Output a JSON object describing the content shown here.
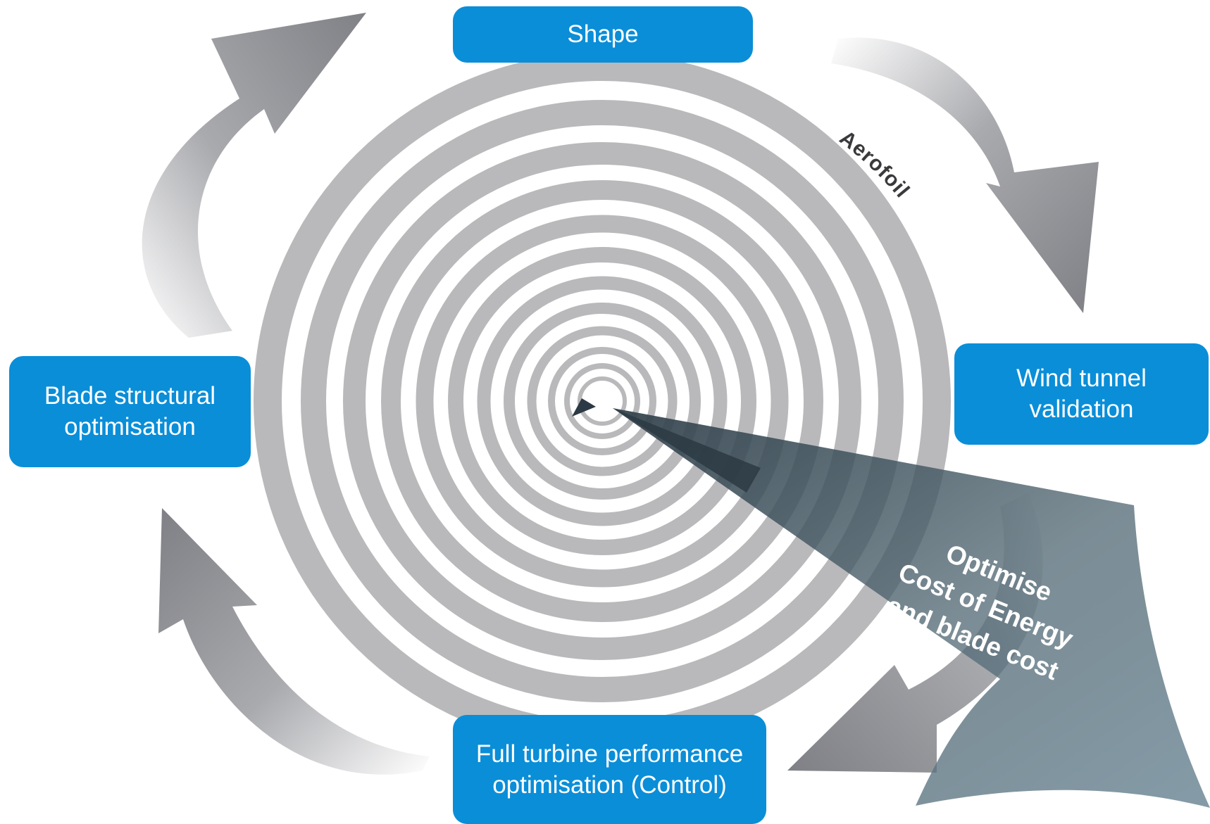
{
  "stages": {
    "shape": {
      "lines": [
        "Shape"
      ]
    },
    "wind_tunnel": {
      "lines": [
        "Wind tunnel",
        "validation"
      ]
    },
    "blade_structural": {
      "lines": [
        "Blade structural",
        "optimisation"
      ]
    },
    "full_turbine": {
      "lines": [
        "Full turbine performance",
        "optimisation (Control)"
      ]
    }
  },
  "spiral_label": "Aerofoil",
  "goal": {
    "lines": [
      "Optimise",
      "Cost of Energy",
      "and blade cost"
    ]
  },
  "colors": {
    "box_fill": "#0a8ed8",
    "box_text": "#ffffff",
    "arrow_gray": "#86888d",
    "ring_gray": "#b9b9bb",
    "beam": "#6f8a98",
    "goal_text": "#ffffff"
  },
  "icons": {
    "cycle_arrows": "curved-arrow-icon",
    "center_marker": "triangle-pointer-icon"
  }
}
